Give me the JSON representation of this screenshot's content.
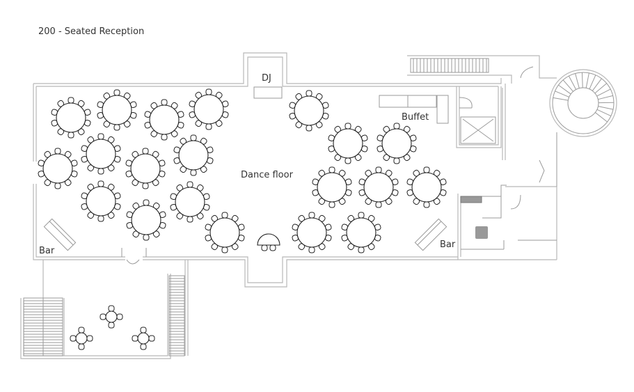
{
  "title": "200 - Seated Reception",
  "labels": {
    "dj": "DJ",
    "buffet": "Buffet",
    "dance_floor": "Dance floor",
    "bar_left": "Bar",
    "bar_right": "Bar"
  },
  "seating": {
    "round_tables": 20,
    "chairs_per_table": 10,
    "patio_tables": 3,
    "chairs_per_patio_table": 4
  }
}
